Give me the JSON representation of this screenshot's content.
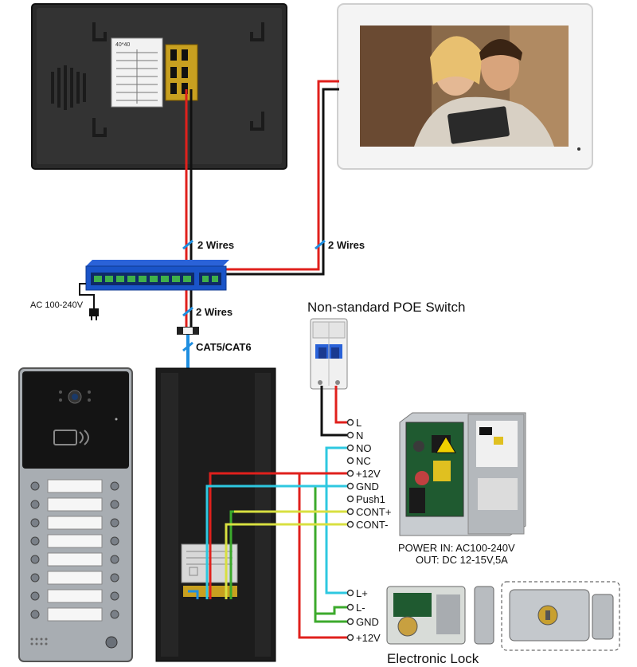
{
  "labels": {
    "wires_top_left": "2 Wires",
    "wires_top_right": "2 Wires",
    "wires_middle": "2 Wires",
    "cable": "CAT5/CAT6",
    "ac_input": "AC 100-240V",
    "poe_switch": "Non-standard POE Switch",
    "spec_sheet_size": "40*40"
  },
  "terminals": [
    {
      "label": "L"
    },
    {
      "label": "N"
    },
    {
      "label": "NO"
    },
    {
      "label": "NC"
    },
    {
      "label": "+12V"
    },
    {
      "label": "GND"
    },
    {
      "label": "Push1"
    },
    {
      "label": "CONT+"
    },
    {
      "label": "CONT-"
    }
  ],
  "lock_terminals": [
    {
      "label": "L+"
    },
    {
      "label": "L-"
    },
    {
      "label": "GND"
    },
    {
      "label": "+12V"
    }
  ],
  "power_supply": {
    "line1": "POWER  IN: AC100-240V",
    "line2": "OUT: DC 12-15V,5A"
  },
  "lock": {
    "caption": "Electronic Lock"
  },
  "colors": {
    "red_wire": "#e0201c",
    "black_wire": "#111111",
    "blue_wire": "#1e8ee0",
    "cyan_wire": "#2ec8e0",
    "green_wire": "#3caa2c",
    "yellow_wire": "#d8e040",
    "switch_blue": "#1a54c8"
  }
}
